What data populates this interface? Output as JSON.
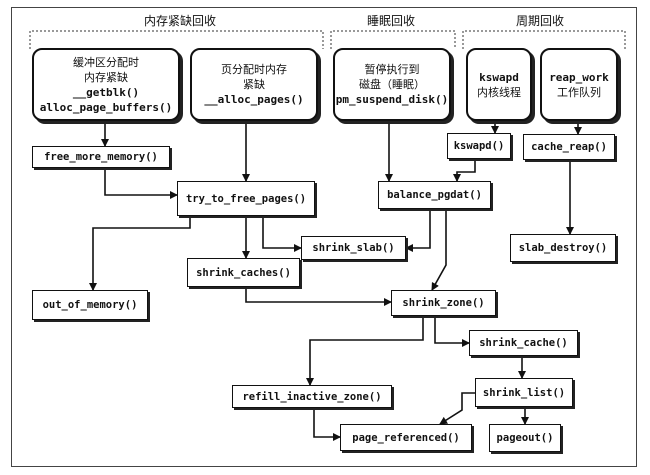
{
  "groups": {
    "memory_pressure": "内存紧缺回收",
    "sleep": "睡眠回收",
    "periodic": "周期回收"
  },
  "triggers": {
    "buffer_alloc": [
      "缓冲区分配时",
      "内存紧缺",
      "__getblk()",
      "alloc_page_buffers()"
    ],
    "page_alloc": [
      "页分配时内存",
      "紧缺",
      "__alloc_pages()"
    ],
    "suspend": [
      "暂停执行到",
      "磁盘（睡眠）",
      "pm_suspend_disk()"
    ],
    "kswapd": [
      "kswapd",
      "内核线程"
    ],
    "reap_work": [
      "reap_work",
      "工作队列"
    ]
  },
  "functions": {
    "free_more_memory": "free_more_memory()",
    "try_to_free_pages": "try_to_free_pages()",
    "balance_pgdat": "balance_pgdat()",
    "kswapd_fn": "kswapd()",
    "cache_reap": "cache_reap()",
    "shrink_slab": "shrink_slab()",
    "slab_destroy": "slab_destroy()",
    "shrink_caches": "shrink_caches()",
    "out_of_memory": "out_of_memory()",
    "shrink_zone": "shrink_zone()",
    "shrink_cache": "shrink_cache()",
    "refill_inactive_zone": "refill_inactive_zone()",
    "shrink_list": "shrink_list()",
    "page_referenced": "page_referenced()",
    "pageout": "pageout()"
  }
}
